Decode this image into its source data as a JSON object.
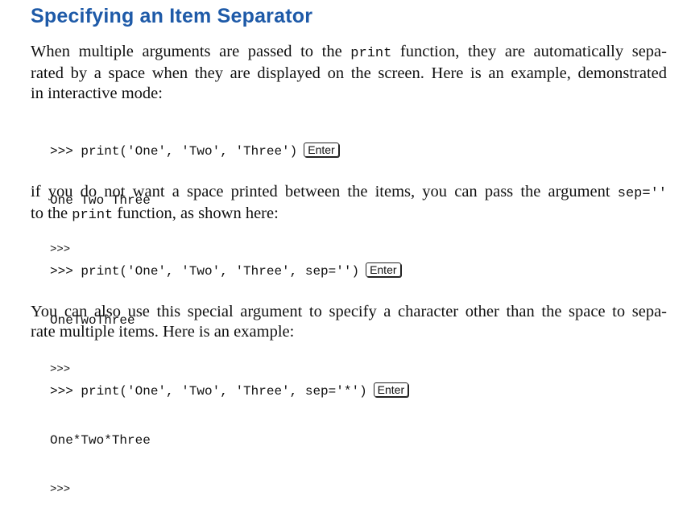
{
  "heading": "Specifying an Item Separator",
  "para1": {
    "line1": [
      "When multiple arguments are passed to the ",
      "print",
      " function, they are automatically sepa-"
    ],
    "line2": "rated by a space when they are displayed on the screen. Here is an example, demonstrated",
    "line3": "in interactive mode:"
  },
  "example1": {
    "input": ">>> print('One', 'Two', 'Three')",
    "key": "Enter",
    "output": "One Two Three",
    "prompt": ">>>"
  },
  "para2": {
    "line1": [
      "if you do not want a space printed between the items, you can pass the argument ",
      "sep=''"
    ],
    "line2": [
      "to the ",
      "print",
      " function, as shown here:"
    ]
  },
  "example2": {
    "input": ">>> print('One', 'Two', 'Three', sep='')",
    "key": "Enter",
    "output": "OneTwoThree",
    "prompt": ">>>"
  },
  "para3": {
    "line1": "You can also use this special argument to specify a character other than the space to sepa-",
    "line2": "rate multiple items. Here is an example:"
  },
  "example3": {
    "input": ">>> print('One', 'Two', 'Three', sep='*')",
    "key": "Enter",
    "output": "One*Two*Three",
    "prompt": ">>>"
  }
}
